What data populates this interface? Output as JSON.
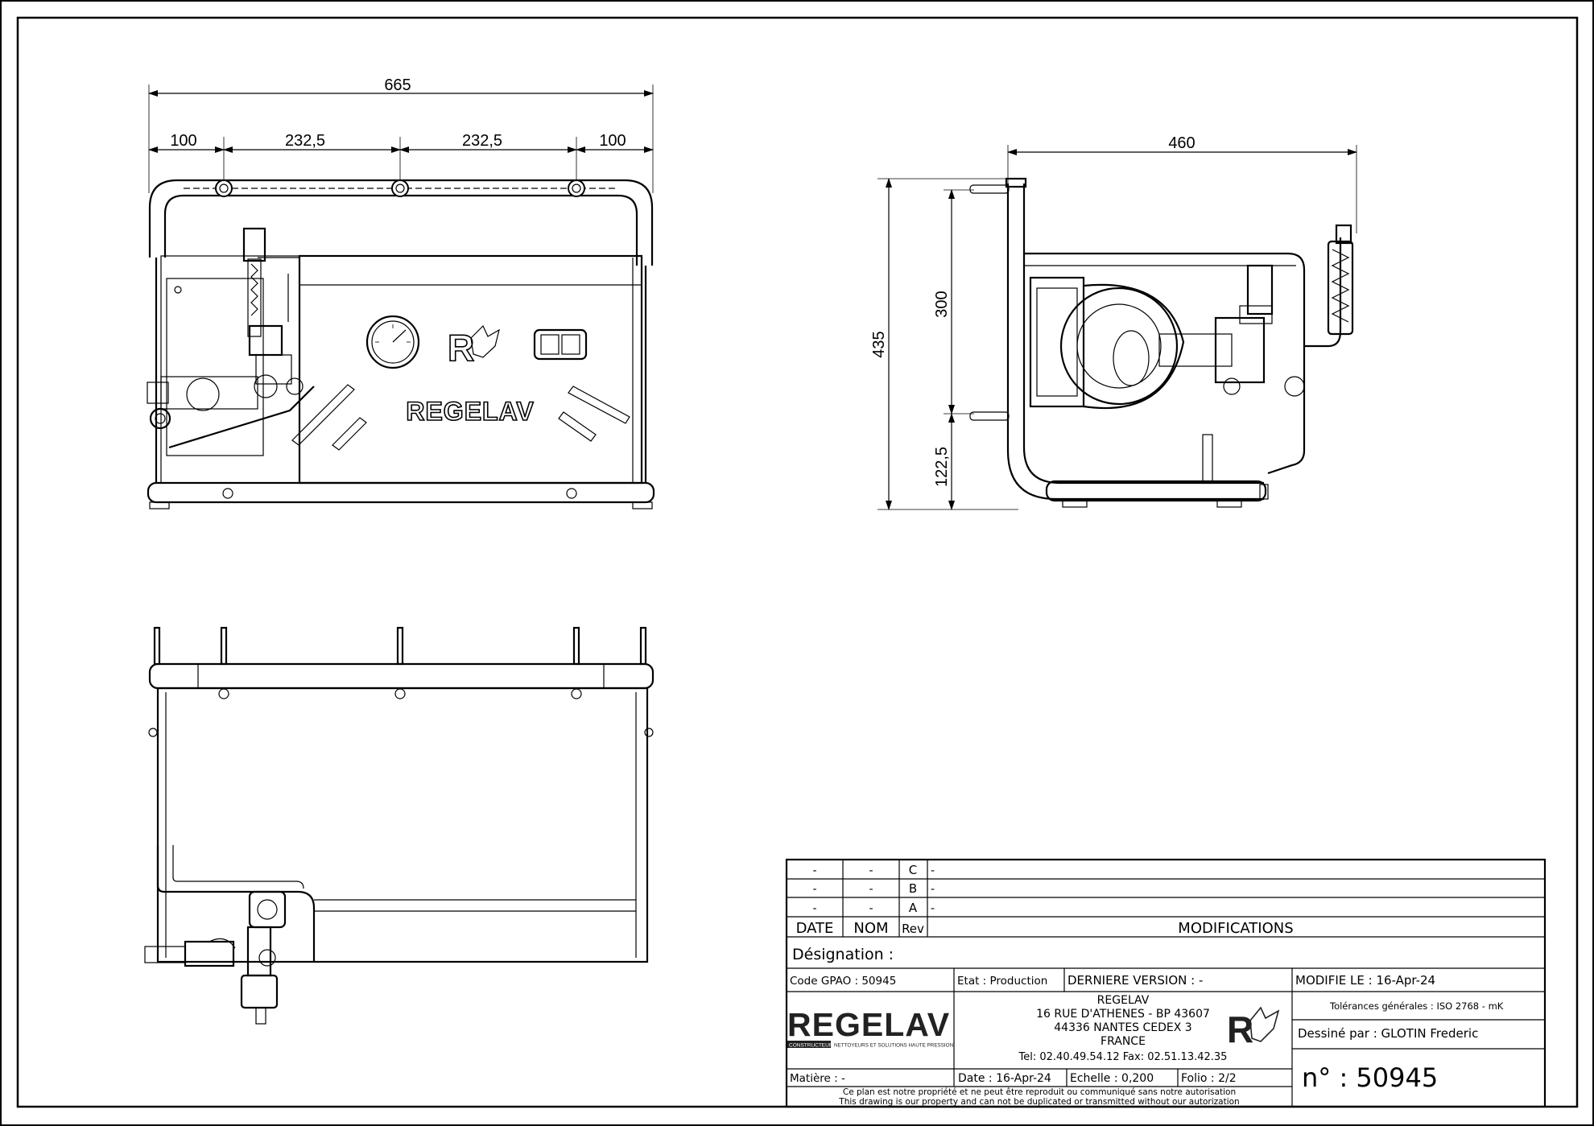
{
  "dimensions": {
    "front_total": "665",
    "front_seg_1": "100",
    "front_seg_2": "232,5",
    "front_seg_3": "232,5",
    "front_seg_4": "100",
    "side_width": "460",
    "side_height": "435",
    "side_upper": "300",
    "side_lower": "122,5"
  },
  "front_view": {
    "brand_plate": "REGELAV"
  },
  "title_block": {
    "revisions": [
      {
        "date": "-",
        "nom": "-",
        "rev": "C",
        "mod": "-"
      },
      {
        "date": "-",
        "nom": "-",
        "rev": "B",
        "mod": "-"
      },
      {
        "date": "-",
        "nom": "-",
        "rev": "A",
        "mod": "-"
      }
    ],
    "headers": {
      "date": "DATE",
      "nom": "NOM",
      "rev": "Rev",
      "modifications": "MODIFICATIONS"
    },
    "designation": "Désignation :",
    "code_gpao": "Code GPAO : 50945",
    "etat": "Etat : Production",
    "derniere_version": "DERNIERE VERSION : -",
    "modifie_le": "MODIFIE LE : 16-Apr-24",
    "logo_text": "REGELAV",
    "logo_badge": "CONSTRUCTEUR",
    "logo_tagline": "NETTOYEURS ET SOLUTIONS HAUTE PRESSION",
    "address_lines": [
      "REGELAV",
      "16 RUE D'ATHENES - BP 43607",
      "44336 NANTES CEDEX 3",
      "FRANCE"
    ],
    "tel": "Tel:   02.40.49.54.12   Fax:  02.51.13.42.35",
    "tolerances": "Tolérances générales : ISO 2768 - mK",
    "dessine_par": "Dessiné par : GLOTIN Frederic",
    "matiere": "Matière : -",
    "date": "Date : 16-Apr-24",
    "echelle": "Echelle : 0,200",
    "folio": "Folio : 2/2",
    "number": "n° : 50945",
    "notice_fr": "Ce plan est notre propriété et ne peut être reproduit ou communiqué sans notre autorisation",
    "notice_en": "This drawing is our property and can not be duplicated or transmitted without our autorization"
  }
}
